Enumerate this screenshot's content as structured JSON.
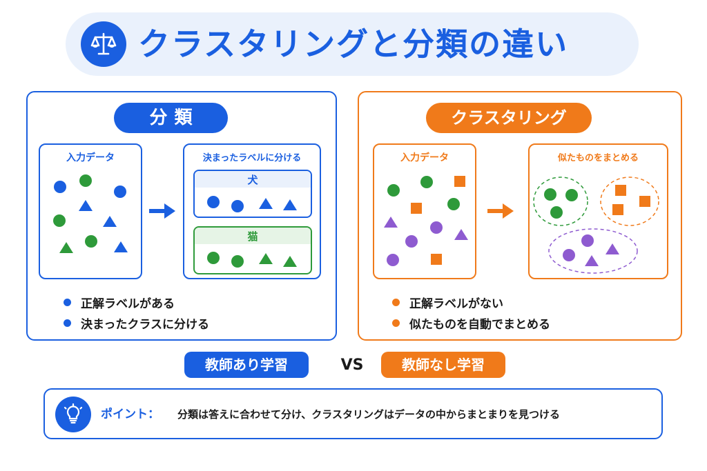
{
  "title": "クラスタリングと分類の違い",
  "title_icon": "scales-icon",
  "colors": {
    "blue": "#1a5fe0",
    "orange": "#f07a1a",
    "green": "#2e9a3a",
    "purple": "#8e5bd0"
  },
  "classification": {
    "heading": "分類",
    "input_label": "入力データ",
    "result_label": "決まったラベルに分ける",
    "groups": [
      {
        "label": "犬"
      },
      {
        "label": "猫"
      }
    ],
    "bullets": [
      "正解ラベルがある",
      "決まったクラスに分ける"
    ],
    "learning_type": "教師あり学習"
  },
  "clustering": {
    "heading": "クラスタリング",
    "input_label": "入力データ",
    "result_label": "似たものをまとめる",
    "bullets": [
      "正解ラベルがない",
      "似たものを自動でまとめる"
    ],
    "learning_type": "教師なし学習"
  },
  "vs": "VS",
  "point": {
    "icon": "lightbulb-icon",
    "label": "ポイント：",
    "text": "分類は答えに合わせて分け、クラスタリングはデータの中からまとまりを見つける"
  }
}
